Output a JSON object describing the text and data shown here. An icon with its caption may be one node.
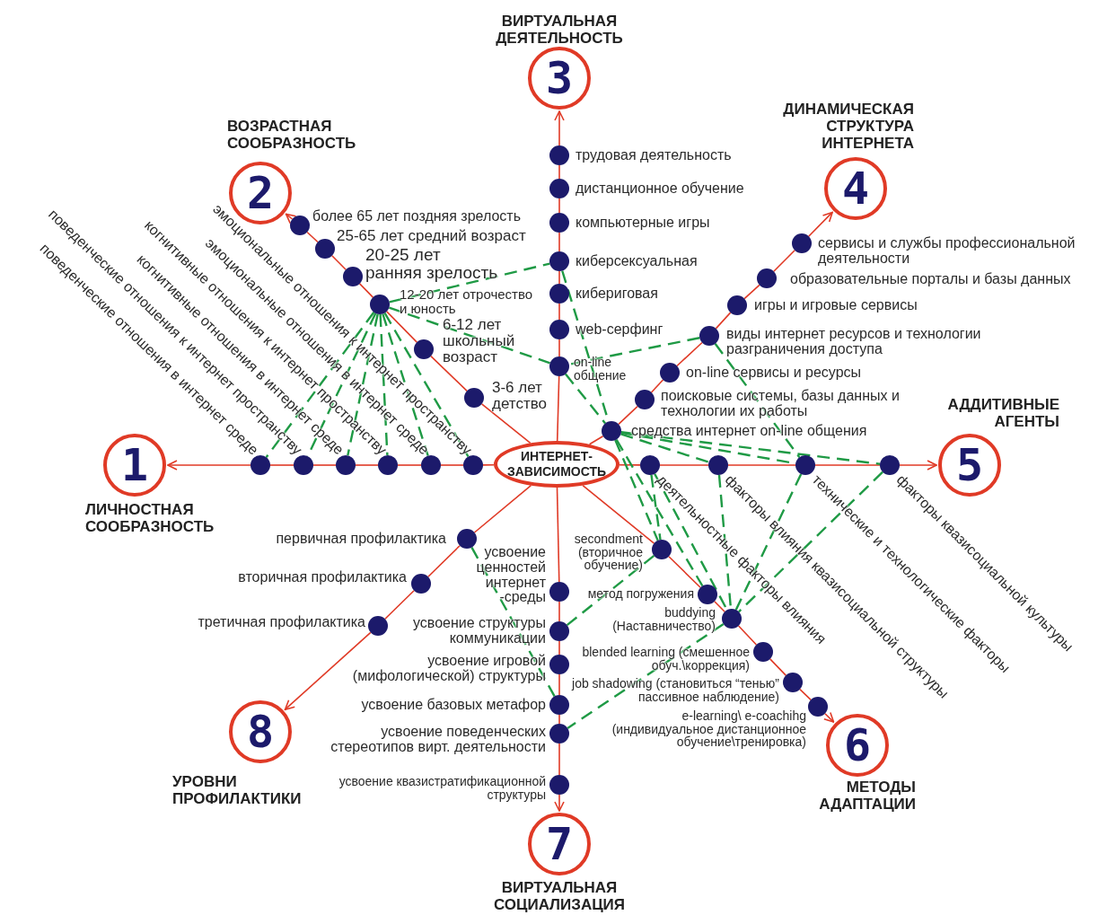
{
  "diagram": {
    "nodes": [
      {
        "text": [
          "ИНТЕРНЕТ-ЗАВИСИМОСТЬ"
        ]
      },
      {
        "text": [
          "1"
        ],
        "beside": [
          "ЛИЧНОСТНАЯ СООБРАЗНОСТЬ"
        ]
      },
      {
        "text": [],
        "shape": "circle",
        "beside": [
          "эмоциональные отношения к интернет пространству"
        ]
      },
      {
        "text": [],
        "shape": "circle",
        "beside": [
          "эмоциональные отношения в интернет среде"
        ]
      },
      {
        "text": [],
        "shape": "circle",
        "beside": [
          "когнитивные отношения к интернет пространству"
        ]
      },
      {
        "text": [],
        "shape": "circle",
        "beside": [
          "когнитивные отношения в интернет среде"
        ]
      },
      {
        "text": [],
        "shape": "circle",
        "beside": [
          "поведенческие отношения к интернет пространству"
        ]
      },
      {
        "text": [],
        "shape": "circle",
        "beside": [
          "поведенческие отношения в интернет среде"
        ]
      },
      {
        "text": [
          "2"
        ],
        "beside": [
          "ВОЗРАСТНАЯ СООБРАЗНОСТЬ"
        ]
      },
      {
        "text": [],
        "shape": "circle",
        "beside": [
          "3-6 лет детство"
        ]
      },
      {
        "text": [],
        "shape": "circle",
        "beside": [
          "6-12 лет школьный возраст"
        ]
      },
      {
        "text": [],
        "shape": "circle",
        "beside": [
          "12-20 лет отрочество и юность"
        ]
      },
      {
        "text": [],
        "shape": "circle",
        "beside": [
          "20-25 лет ранняя зрелость"
        ]
      },
      {
        "text": [],
        "shape": "circle",
        "beside": [
          "25-65 лет средний возраст"
        ]
      },
      {
        "text": [],
        "shape": "circle",
        "beside": [
          "более 65 лет поздняя зрелость"
        ]
      },
      {
        "text": [
          "3"
        ],
        "beside": [
          "ВИРТУАЛЬНАЯ ДЕЯТЕЛЬНОСТЬ"
        ]
      },
      {
        "text": [],
        "shape": "circle",
        "beside": [
          "on-line общение"
        ]
      },
      {
        "text": [],
        "shape": "circle",
        "beside": [
          "web-серфинг"
        ]
      },
      {
        "text": [],
        "shape": "circle",
        "beside": [
          "кибериговая"
        ]
      },
      {
        "text": [],
        "shape": "circle",
        "beside": [
          "киберсексуальная"
        ]
      },
      {
        "text": [],
        "shape": "circle",
        "beside": [
          "компьютерные игры"
        ]
      },
      {
        "text": [],
        "shape": "circle",
        "beside": [
          "дистанционное обучение"
        ]
      },
      {
        "text": [],
        "shape": "circle",
        "beside": [
          "трудовая деятельность"
        ]
      },
      {
        "text": [
          "4"
        ],
        "beside": [
          "ДИНАМИЧЕСКАЯ СТРУКТУРА ИНТЕРНЕТА"
        ]
      },
      {
        "text": [],
        "shape": "circle",
        "beside": [
          "средства интернет on-line общения"
        ]
      },
      {
        "text": [],
        "shape": "circle",
        "beside": [
          "поисковые системы, базы данных и технологии их работы"
        ]
      },
      {
        "text": [],
        "shape": "circle",
        "beside": [
          "on-line сервисы и ресурсы"
        ]
      },
      {
        "text": [],
        "shape": "circle",
        "beside": [
          "виды интернет ресурсов и технологии разграничения доступа"
        ]
      },
      {
        "text": [],
        "shape": "circle",
        "beside": [
          "игры и игровые сервисы"
        ]
      },
      {
        "text": [],
        "shape": "circle",
        "beside": [
          "образовательные порталы и базы данных"
        ]
      },
      {
        "text": [],
        "shape": "circle",
        "beside": [
          "сервисы и службы профессиональной деятельности"
        ]
      },
      {
        "text": [
          "5"
        ],
        "beside": [
          "АДДИТИВНЫЕ АГЕНТЫ"
        ]
      },
      {
        "text": [],
        "shape": "circle",
        "beside": [
          "деятельностные факторы влияния"
        ]
      },
      {
        "text": [],
        "shape": "circle",
        "beside": [
          "факторы влияния квазисоциальной структуры"
        ]
      },
      {
        "text": [],
        "shape": "circle",
        "beside": [
          "технические и технологические факторы"
        ]
      },
      {
        "text": [],
        "shape": "circle",
        "beside": [
          "факторы квазисоциальной культуры"
        ]
      },
      {
        "text": [
          "6"
        ],
        "beside": [
          "МЕТОДЫ АДАПТАЦИИ"
        ]
      },
      {
        "text": [],
        "shape": "circle",
        "beside": [
          "secondment (вторичное обучение)"
        ]
      },
      {
        "text": [],
        "shape": "circle",
        "beside": [
          "метод погружения"
        ]
      },
      {
        "text": [],
        "shape": "circle",
        "beside": [
          "buddying (Наставничество)"
        ]
      },
      {
        "text": [],
        "shape": "circle",
        "beside": [
          "blended learning (смешенное обуч.\\коррекция)"
        ]
      },
      {
        "text": [],
        "shape": "circle",
        "beside": [
          "job shadowing (становиться “тенью” пассивное наблюдение)"
        ]
      },
      {
        "text": [],
        "shape": "circle",
        "beside": [
          "e-learning\\ e-coachihg (индивидуальное дистанционное обучение\\тренировка)"
        ]
      },
      {
        "text": [
          "7"
        ],
        "beside": [
          "ВИРТУАЛЬНАЯ СОЦИАЛИЗАЦИЯ"
        ]
      },
      {
        "text": [],
        "shape": "circle",
        "beside": [
          "усвоение ценностей интернет -среды"
        ]
      },
      {
        "text": [],
        "shape": "circle",
        "beside": [
          "усвоение структуры коммуникации"
        ]
      },
      {
        "text": [],
        "shape": "circle",
        "beside": [
          "усвоение игровой (мифологической) структуры"
        ]
      },
      {
        "text": [],
        "shape": "circle",
        "beside": [
          "усвоение базовых метафор"
        ]
      },
      {
        "text": [],
        "shape": "circle",
        "beside": [
          "усвоение поведенческих стереотипов вирт. деятельности"
        ]
      },
      {
        "text": [],
        "shape": "circle",
        "beside": [
          "усвоение квазистратификационной структуры"
        ]
      },
      {
        "text": [
          "8"
        ],
        "beside": [
          "УРОВНИ ПРОФИЛАКТИКИ"
        ]
      },
      {
        "text": [],
        "shape": "circle",
        "beside": [
          "первичная профилактика"
        ]
      },
      {
        "text": [],
        "shape": "circle",
        "beside": [
          "вторичная профилактика"
        ]
      },
      {
        "text": [],
        "shape": "circle",
        "beside": [
          "третичная профилактика"
        ]
      }
    ],
    "edges": [
      {
        "from": 0,
        "to": 2,
        "arrow": "none"
      },
      {
        "from": 2,
        "to": 3,
        "arrow": "none"
      },
      {
        "from": 3,
        "to": 4,
        "arrow": "none"
      },
      {
        "from": 4,
        "to": 5,
        "arrow": "none"
      },
      {
        "from": 5,
        "to": 6,
        "arrow": "none"
      },
      {
        "from": 6,
        "to": 7,
        "arrow": "none"
      },
      {
        "from": 7,
        "to": 1,
        "arrow": "to"
      },
      {
        "from": 0,
        "to": 9,
        "arrow": "none"
      },
      {
        "from": 9,
        "to": 10,
        "arrow": "none"
      },
      {
        "from": 10,
        "to": 11,
        "arrow": "none"
      },
      {
        "from": 11,
        "to": 12,
        "arrow": "none"
      },
      {
        "from": 12,
        "to": 13,
        "arrow": "none"
      },
      {
        "from": 13,
        "to": 14,
        "arrow": "none"
      },
      {
        "from": 14,
        "to": 8,
        "arrow": "to"
      },
      {
        "from": 0,
        "to": 16,
        "arrow": "none"
      },
      {
        "from": 16,
        "to": 17,
        "arrow": "none"
      },
      {
        "from": 17,
        "to": 18,
        "arrow": "none"
      },
      {
        "from": 18,
        "to": 19,
        "arrow": "none"
      },
      {
        "from": 19,
        "to": 20,
        "arrow": "none"
      },
      {
        "from": 20,
        "to": 21,
        "arrow": "none"
      },
      {
        "from": 21,
        "to": 22,
        "arrow": "none"
      },
      {
        "from": 22,
        "to": 15,
        "arrow": "to"
      },
      {
        "from": 0,
        "to": 24,
        "arrow": "none"
      },
      {
        "from": 24,
        "to": 25,
        "arrow": "none"
      },
      {
        "from": 25,
        "to": 26,
        "arrow": "none"
      },
      {
        "from": 26,
        "to": 27,
        "arrow": "none"
      },
      {
        "from": 27,
        "to": 28,
        "arrow": "none"
      },
      {
        "from": 28,
        "to": 29,
        "arrow": "none"
      },
      {
        "from": 29,
        "to": 30,
        "arrow": "none"
      },
      {
        "from": 30,
        "to": 23,
        "arrow": "to"
      },
      {
        "from": 0,
        "to": 32,
        "arrow": "none"
      },
      {
        "from": 32,
        "to": 33,
        "arrow": "none"
      },
      {
        "from": 33,
        "to": 34,
        "arrow": "none"
      },
      {
        "from": 34,
        "to": 35,
        "arrow": "none"
      },
      {
        "from": 35,
        "to": 31,
        "arrow": "to"
      },
      {
        "from": 0,
        "to": 37,
        "arrow": "none"
      },
      {
        "from": 37,
        "to": 38,
        "arrow": "none"
      },
      {
        "from": 38,
        "to": 39,
        "arrow": "none"
      },
      {
        "from": 39,
        "to": 40,
        "arrow": "none"
      },
      {
        "from": 40,
        "to": 41,
        "arrow": "none"
      },
      {
        "from": 41,
        "to": 42,
        "arrow": "none"
      },
      {
        "from": 42,
        "to": 36,
        "arrow": "to"
      },
      {
        "from": 0,
        "to": 44,
        "arrow": "none"
      },
      {
        "from": 44,
        "to": 45,
        "arrow": "none"
      },
      {
        "from": 45,
        "to": 46,
        "arrow": "none"
      },
      {
        "from": 46,
        "to": 47,
        "arrow": "none"
      },
      {
        "from": 47,
        "to": 48,
        "arrow": "none"
      },
      {
        "from": 48,
        "to": 49,
        "arrow": "none"
      },
      {
        "from": 49,
        "to": 43,
        "arrow": "to"
      },
      {
        "from": 0,
        "to": 51,
        "arrow": "none"
      },
      {
        "from": 51,
        "to": 52,
        "arrow": "none"
      },
      {
        "from": 52,
        "to": 53,
        "arrow": "none"
      },
      {
        "from": 53,
        "to": 50,
        "arrow": "to"
      },
      {
        "from": 11,
        "to": 2,
        "arrow": "none",
        "style": "dashed",
        "color": "#1f9a45"
      },
      {
        "from": 11,
        "to": 3,
        "arrow": "none",
        "style": "dashed",
        "color": "#1f9a45"
      },
      {
        "from": 11,
        "to": 4,
        "arrow": "none",
        "style": "dashed",
        "color": "#1f9a45"
      },
      {
        "from": 11,
        "to": 5,
        "arrow": "none",
        "style": "dashed",
        "color": "#1f9a45"
      },
      {
        "from": 11,
        "to": 6,
        "arrow": "none",
        "style": "dashed",
        "color": "#1f9a45"
      },
      {
        "from": 11,
        "to": 7,
        "arrow": "none",
        "style": "dashed",
        "color": "#1f9a45"
      },
      {
        "from": 11,
        "to": 19,
        "arrow": "none",
        "style": "dashed",
        "color": "#1f9a45"
      },
      {
        "from": 11,
        "to": 16,
        "arrow": "none",
        "style": "dashed",
        "color": "#1f9a45"
      },
      {
        "from": 19,
        "to": 24,
        "arrow": "none",
        "style": "dashed",
        "color": "#1f9a45"
      },
      {
        "from": 16,
        "to": 24,
        "arrow": "none",
        "style": "dashed",
        "color": "#1f9a45"
      },
      {
        "from": 27,
        "to": 16,
        "arrow": "none",
        "style": "dashed",
        "color": "#1f9a45"
      },
      {
        "from": 27,
        "to": 34,
        "arrow": "none",
        "style": "dashed",
        "color": "#1f9a45"
      },
      {
        "from": 24,
        "to": 33,
        "arrow": "none",
        "style": "dashed",
        "color": "#1f9a45"
      },
      {
        "from": 24,
        "to": 34,
        "arrow": "none",
        "style": "dashed",
        "color": "#1f9a45"
      },
      {
        "from": 24,
        "to": 35,
        "arrow": "none",
        "style": "dashed",
        "color": "#1f9a45"
      },
      {
        "from": 24,
        "to": 37,
        "arrow": "none",
        "style": "dashed",
        "color": "#1f9a45"
      },
      {
        "from": 24,
        "to": 38,
        "arrow": "none",
        "style": "dashed",
        "color": "#1f9a45"
      },
      {
        "from": 32,
        "to": 37,
        "arrow": "none",
        "style": "dashed",
        "color": "#1f9a45"
      },
      {
        "from": 32,
        "to": 39,
        "arrow": "none",
        "style": "dashed",
        "color": "#1f9a45"
      },
      {
        "from": 33,
        "to": 39,
        "arrow": "none",
        "style": "dashed",
        "color": "#1f9a45"
      },
      {
        "from": 34,
        "to": 39,
        "arrow": "none",
        "style": "dashed",
        "color": "#1f9a45"
      },
      {
        "from": 35,
        "to": 39,
        "arrow": "none",
        "style": "dashed",
        "color": "#1f9a45"
      },
      {
        "from": 37,
        "to": 45,
        "arrow": "none",
        "style": "dashed",
        "color": "#1f9a45"
      },
      {
        "from": 39,
        "to": 48,
        "arrow": "none",
        "style": "dashed",
        "color": "#1f9a45"
      },
      {
        "from": 51,
        "to": 47,
        "arrow": "none",
        "style": "dashed",
        "color": "#1f9a45"
      }
    ]
  }
}
